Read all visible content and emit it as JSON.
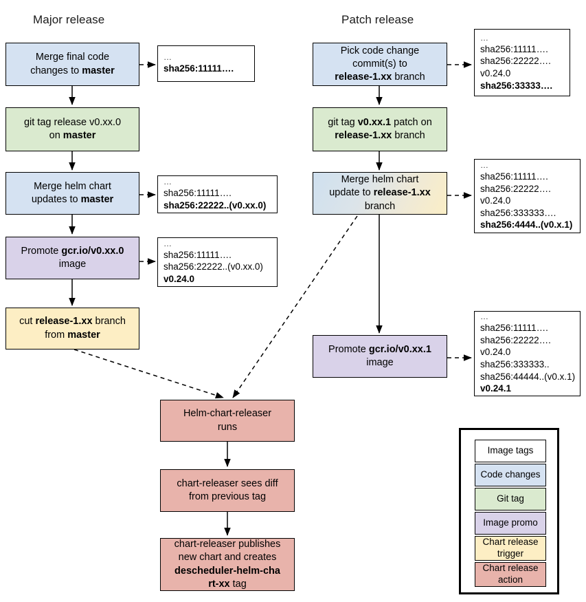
{
  "diagram": {
    "titles": {
      "major": "Major release",
      "patch": "Patch release"
    },
    "colors": {
      "code_changes": "#d5e2f2",
      "git_tag": "#daeacf",
      "image_promo": "#d9d2e9",
      "chart_release_trigger": "#fdeec4",
      "chart_release_action": "#e8b3ab",
      "image_tags": "#ffffff",
      "stroke": "#000000"
    },
    "major_nodes": [
      {
        "id": "merge-final-code",
        "type": "code-changes",
        "lines": [
          {
            "text": "Merge final code"
          },
          {
            "text": "changes to ",
            "bold_tail": "master"
          }
        ]
      },
      {
        "id": "git-tag-release",
        "type": "git-tag",
        "lines": [
          {
            "text": "git tag release v0.xx.0"
          },
          {
            "text": "on ",
            "bold_tail": "master"
          }
        ]
      },
      {
        "id": "merge-helm-chart-updates",
        "type": "code-changes",
        "lines": [
          {
            "text": "Merge helm chart"
          },
          {
            "text": "updates to ",
            "bold_tail": "master"
          }
        ]
      },
      {
        "id": "promote-image-major",
        "type": "image-promo",
        "lines": [
          {
            "text": "Promote ",
            "bold_tail": "gcr.io/v0.xx.0"
          },
          {
            "text": "image"
          }
        ]
      },
      {
        "id": "cut-release-branch",
        "type": "chart-release-trigger",
        "lines": [
          {
            "text": "cut ",
            "bold_mid": "release-1.xx",
            "tail": " branch"
          },
          {
            "text": "from ",
            "bold_tail": "master"
          }
        ]
      }
    ],
    "patch_nodes": [
      {
        "id": "pick-code-change",
        "type": "code-changes",
        "lines": [
          {
            "text": "Pick code change"
          },
          {
            "text": "commit(s) to"
          },
          {
            "bold_head": "release-1.xx",
            "tail": " branch"
          }
        ]
      },
      {
        "id": "git-tag-patch",
        "type": "git-tag",
        "lines": [
          {
            "text": "git tag ",
            "bold_mid": "v0.xx.1",
            "tail": " patch on"
          },
          {
            "bold_head": "release-1.xx",
            "tail": " branch"
          }
        ]
      },
      {
        "id": "merge-helm-chart-update-branch",
        "type": "gradient",
        "lines": [
          {
            "text": "Merge helm chart"
          },
          {
            "text": "update to ",
            "bold_tail": "release-1.xx"
          },
          {
            "text": "branch"
          }
        ]
      },
      {
        "id": "promote-image-patch",
        "type": "image-promo",
        "lines": [
          {
            "text": "Promote ",
            "bold_tail": "gcr.io/v0.xx.1"
          },
          {
            "text": "image"
          }
        ]
      }
    ],
    "releaser_nodes": [
      {
        "id": "helm-chart-releaser-runs",
        "type": "chart-release-action",
        "lines": [
          {
            "text": "Helm-chart-releaser"
          },
          {
            "text": "runs"
          }
        ]
      },
      {
        "id": "chart-releaser-sees-diff",
        "type": "chart-release-action",
        "lines": [
          {
            "text": "chart-releaser sees diff"
          },
          {
            "text": "from previous tag"
          }
        ]
      },
      {
        "id": "chart-releaser-publishes",
        "type": "chart-release-action",
        "lines": [
          {
            "text": "chart-releaser publishes"
          },
          {
            "text": "new chart and creates"
          },
          {
            "bold_head": "descheduler-helm-cha"
          },
          {
            "bold_head": "rt-xx",
            "tail": " tag"
          }
        ]
      }
    ],
    "notes": [
      {
        "id": "note-major-1",
        "lines": [
          {
            "text": "…",
            "style": "dots"
          },
          {
            "text": "sha256:11111….",
            "style": "bold"
          }
        ]
      },
      {
        "id": "note-major-2",
        "lines": [
          {
            "text": "…",
            "style": "dots"
          },
          {
            "text": "sha256:11111….",
            "style": "normal"
          },
          {
            "text": "sha256:22222..(v0.xx.0)",
            "style": "bold"
          }
        ]
      },
      {
        "id": "note-major-3",
        "lines": [
          {
            "text": "…",
            "style": "dots"
          },
          {
            "text": "sha256:11111….",
            "style": "normal"
          },
          {
            "text": "sha256:22222..(v0.xx.0)",
            "style": "normal"
          },
          {
            "text": "v0.24.0",
            "style": "bold"
          }
        ]
      },
      {
        "id": "note-patch-1",
        "lines": [
          {
            "text": "…",
            "style": "dots"
          },
          {
            "text": "sha256:11111….",
            "style": "normal"
          },
          {
            "text": "sha256:22222….",
            "style": "normal"
          },
          {
            "text": "v0.24.0",
            "style": "normal"
          },
          {
            "text": "sha256:33333….",
            "style": "bold"
          }
        ]
      },
      {
        "id": "note-patch-2",
        "lines": [
          {
            "text": "…",
            "style": "dots"
          },
          {
            "text": "sha256:11111….",
            "style": "normal"
          },
          {
            "text": "sha256:22222….",
            "style": "normal"
          },
          {
            "text": "v0.24.0",
            "style": "normal"
          },
          {
            "text": "sha256:333333….",
            "style": "normal"
          },
          {
            "text": "sha256:4444..(v0.x.1)",
            "style": "bold"
          }
        ]
      },
      {
        "id": "note-patch-3",
        "lines": [
          {
            "text": "…",
            "style": "dots"
          },
          {
            "text": "sha256:11111….",
            "style": "normal"
          },
          {
            "text": "sha256:22222….",
            "style": "normal"
          },
          {
            "text": "v0.24.0",
            "style": "normal"
          },
          {
            "text": "sha256:333333..",
            "style": "normal"
          },
          {
            "text": "sha256:44444..(v0.x.1)",
            "style": "normal"
          },
          {
            "text": "v0.24.1",
            "style": "bold"
          }
        ]
      }
    ],
    "legend": [
      {
        "label": "Image tags",
        "type": "image-tags"
      },
      {
        "label": "Code changes",
        "type": "code-changes"
      },
      {
        "label": "Git tag",
        "type": "git-tag"
      },
      {
        "label": "Image promo",
        "type": "image-promo"
      },
      {
        "label": "Chart release trigger",
        "type": "chart-release-trigger"
      },
      {
        "label": "Chart release action",
        "type": "chart-release-action"
      }
    ]
  }
}
